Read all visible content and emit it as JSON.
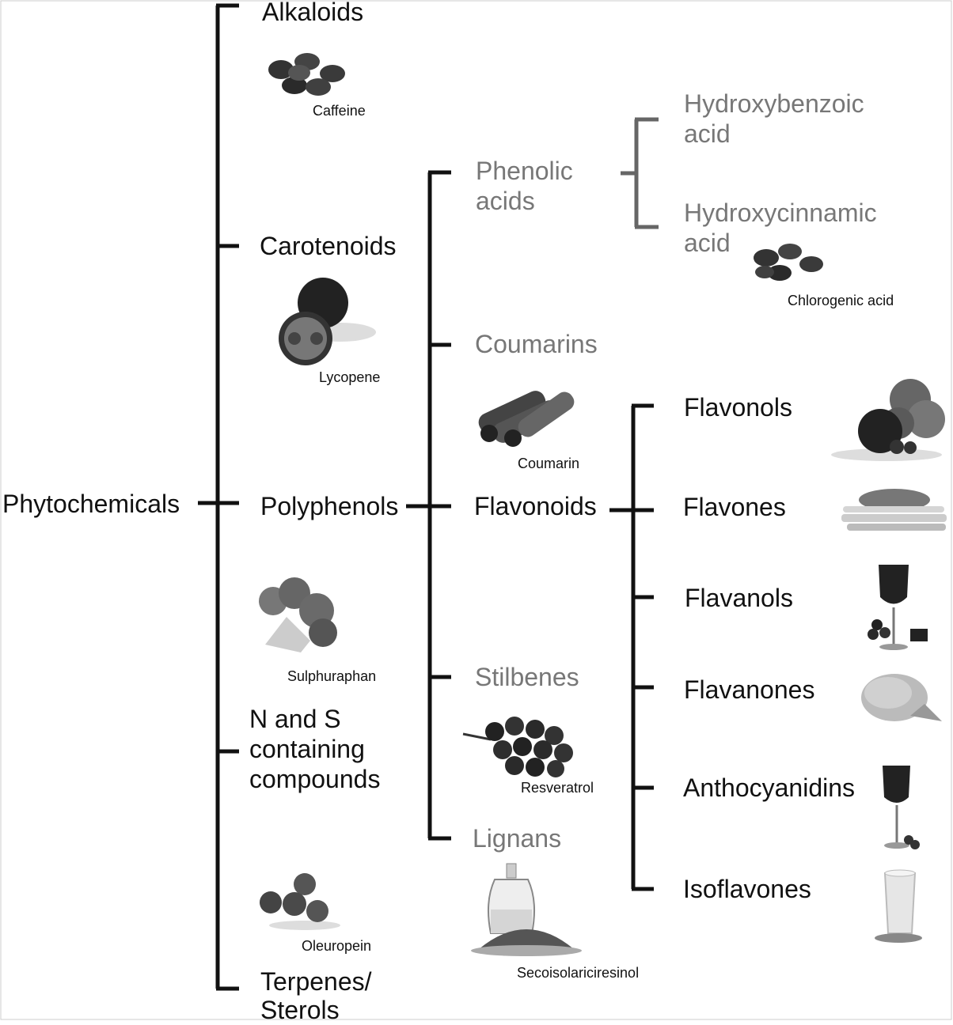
{
  "root": "Phytochemicals",
  "level1": {
    "alkaloids": "Alkaloids",
    "carotenoids": "Carotenoids",
    "polyphenols": "Polyphenols",
    "ns_compounds": [
      "N and S",
      "containing",
      "compounds"
    ],
    "terpenes": [
      "Terpenes/",
      "Sterols"
    ]
  },
  "polyphenols": {
    "phenolic_acids": [
      "Phenolic",
      "acids"
    ],
    "coumarins": "Coumarins",
    "flavonoids": "Flavonoids",
    "stilbenes": "Stilbenes",
    "lignans": "Lignans"
  },
  "phenolic_acids": {
    "hydroxybenzoic": [
      "Hydroxybenzoic",
      "acid"
    ],
    "hydroxycinnamic": [
      "Hydroxycinnamic",
      "acid"
    ]
  },
  "flavonoids": [
    "Flavonols",
    "Flavones",
    "Flavanols",
    "Flavanones",
    "Anthocyanidins",
    "Isoflavones"
  ],
  "examples": {
    "caffeine": "Caffeine",
    "chlorogenic_acid": "Chlorogenic acid",
    "lycopene": "Lycopene",
    "coumarin": "Coumarin",
    "sulphuraphan": "Sulphuraphan",
    "resveratrol": "Resveratrol",
    "oleuropein": "Oleuropein",
    "secoisolariciresinol": "Secoisolariciresinol"
  },
  "colors": {
    "line": "#111111",
    "grey_line": "#666666",
    "grey_text": "#777777"
  }
}
